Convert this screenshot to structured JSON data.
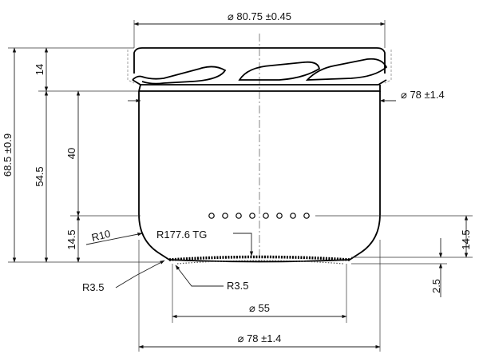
{
  "drawing": {
    "dims": {
      "top_diameter": "⌀ 80.75 ±0.45",
      "neck_diameter": "⌀ 78 ±1.4",
      "base_diameter": "⌀ 55",
      "bottom_diameter": "⌀ 78 ±1.4",
      "total_height": "68.5 ±0.9",
      "body_height": "54.5",
      "finish_height": "14",
      "wall_height": "40",
      "lower_height_left": "14.5",
      "lower_height_right": "14.5",
      "base_depth": "2.5",
      "radius_corner": "R10",
      "radius_base": "R177.6 TG",
      "radius_heel_left": "R3.5",
      "radius_heel_right": "R3.5"
    }
  }
}
